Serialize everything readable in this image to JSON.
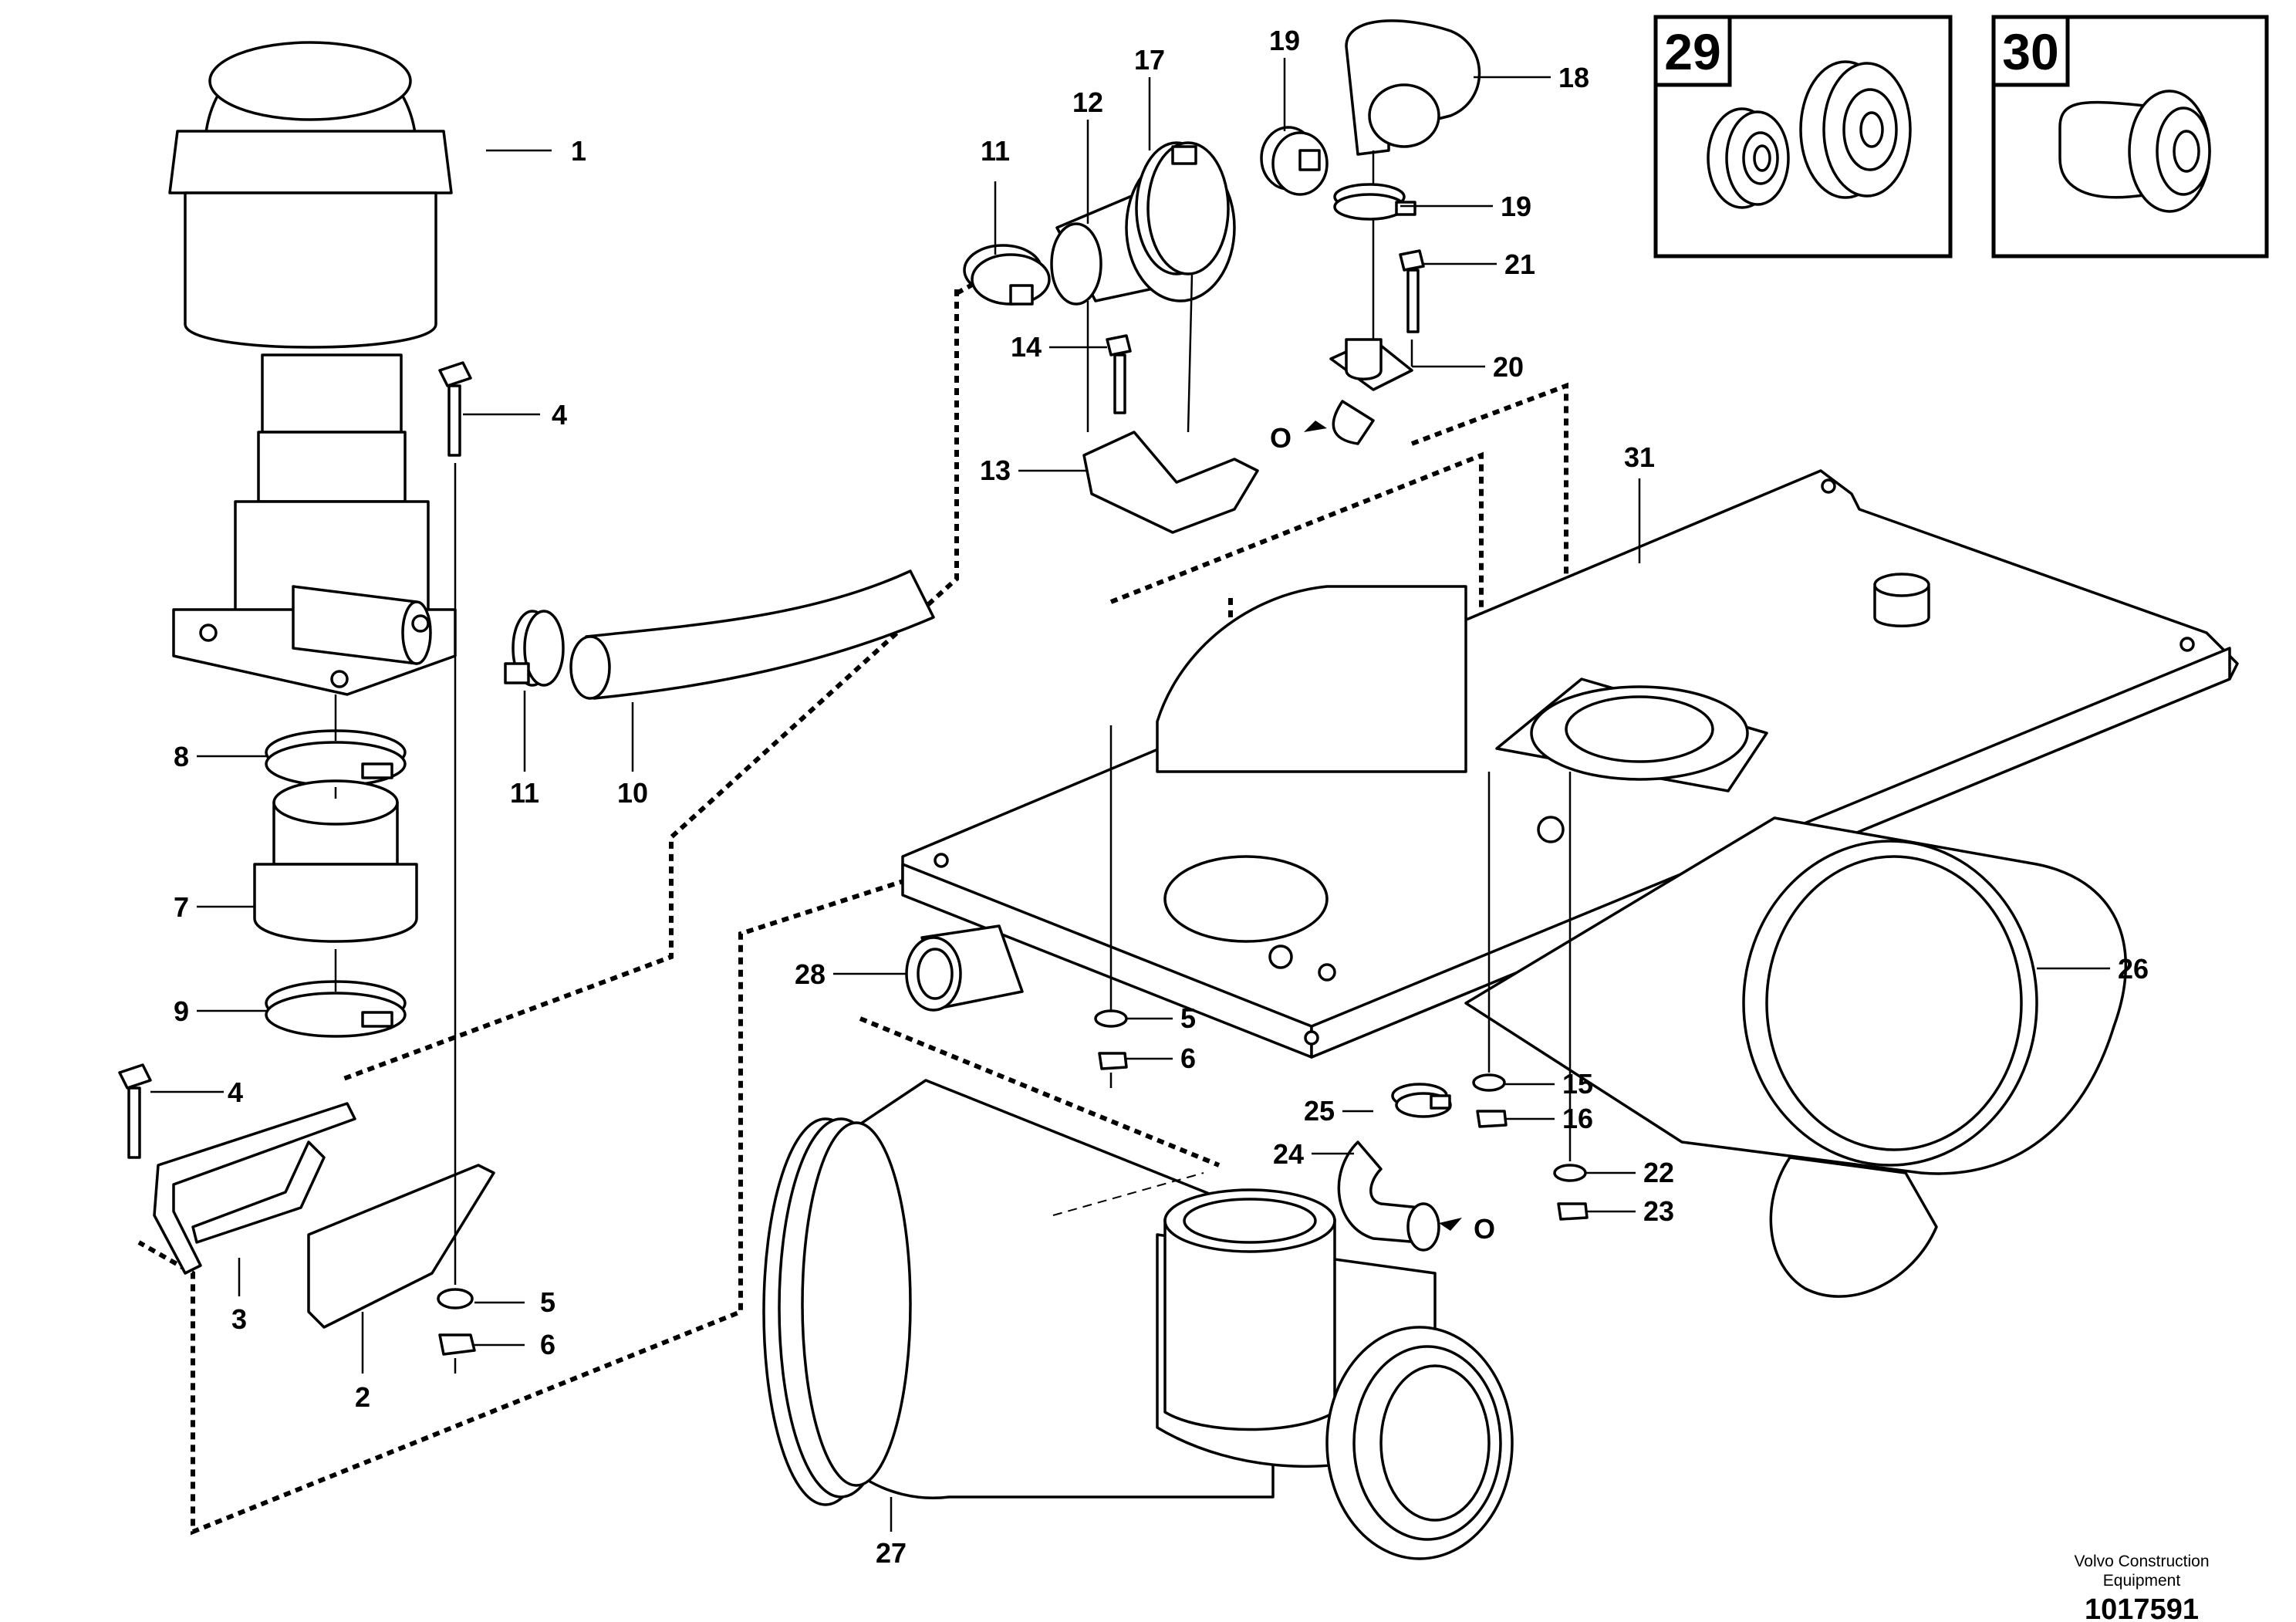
{
  "inset_boxes": [
    {
      "label": "29"
    },
    {
      "label": "30"
    }
  ],
  "callouts": [
    {
      "label": "1"
    },
    {
      "label": "2"
    },
    {
      "label": "3"
    },
    {
      "label": "4"
    },
    {
      "label": "4"
    },
    {
      "label": "5"
    },
    {
      "label": "5"
    },
    {
      "label": "6"
    },
    {
      "label": "6"
    },
    {
      "label": "7"
    },
    {
      "label": "8"
    },
    {
      "label": "9"
    },
    {
      "label": "10"
    },
    {
      "label": "11"
    },
    {
      "label": "11"
    },
    {
      "label": "12"
    },
    {
      "label": "13"
    },
    {
      "label": "14"
    },
    {
      "label": "15"
    },
    {
      "label": "16"
    },
    {
      "label": "17"
    },
    {
      "label": "18"
    },
    {
      "label": "19"
    },
    {
      "label": "19"
    },
    {
      "label": "20"
    },
    {
      "label": "21"
    },
    {
      "label": "22"
    },
    {
      "label": "23"
    },
    {
      "label": "24"
    },
    {
      "label": "25"
    },
    {
      "label": "26"
    },
    {
      "label": "27"
    },
    {
      "label": "28"
    },
    {
      "label": "31"
    }
  ],
  "markers": [
    {
      "label": "O"
    },
    {
      "label": "O"
    }
  ],
  "footer": {
    "company_line1": "Volvo Construction",
    "company_line2": "Equipment",
    "drawing_number": "1017591"
  }
}
